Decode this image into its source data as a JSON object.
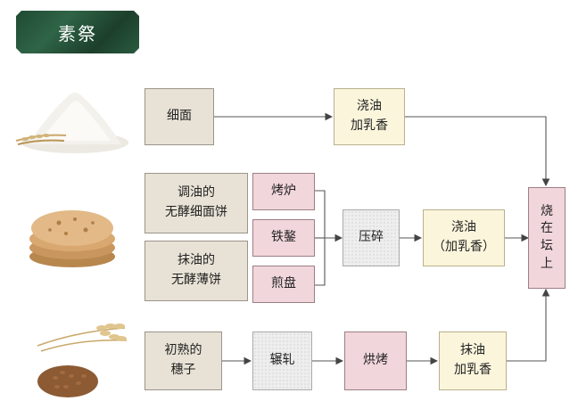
{
  "title": "素祭",
  "nodes": {
    "fine_flour": "细面",
    "pour_oil_top": [
      "浇油",
      "加乳香"
    ],
    "oil_mixed_cake": [
      "调油的",
      "无酵细面饼"
    ],
    "oil_smeared_wafer": [
      "抹油的",
      "无酵薄饼"
    ],
    "oven": "烤炉",
    "griddle": "铁鏊",
    "pan": "煎盘",
    "crush": "压碎",
    "pour_oil_mid": [
      "浇油",
      "（加乳香）"
    ],
    "ripe_ears": [
      "初熟的",
      "穗子"
    ],
    "grind": "辗轧",
    "roast": "烘烤",
    "smear_oil": [
      "抹油",
      "加乳香"
    ],
    "burn_on_altar": [
      "烧",
      "在",
      "坛",
      "上"
    ]
  },
  "images": {
    "row1": "flour-pile",
    "row2": "flatbread-stack",
    "row3": "wheat-and-grain"
  }
}
